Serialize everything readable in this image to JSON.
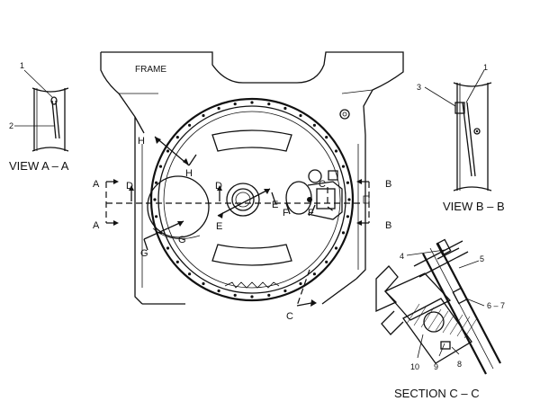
{
  "labels": {
    "frame": "FRAME",
    "view_aa": "VIEW A – A",
    "view_bb": "VIEW B – B",
    "section_cc": "SECTION C – C"
  },
  "callouts": {
    "n1_left": "1",
    "n2_left": "2",
    "n3_right": "3",
    "n1_right": "1",
    "n4": "4",
    "n5": "5",
    "n6_7": "6 – 7",
    "n8": "8",
    "n9": "9",
    "n10": "10"
  },
  "section_markers": {
    "A_top": "A",
    "A_bottom": "A",
    "B_top": "B",
    "B_bottom": "B",
    "C_top": "C",
    "C_bottom": "C",
    "D_left": "D",
    "D_right": "D",
    "E_left": "E",
    "E_right": "E",
    "F_left": "F",
    "F_right": "F",
    "G_left": "G",
    "G_right": "G",
    "H_top": "H",
    "H_bottom": "H"
  }
}
